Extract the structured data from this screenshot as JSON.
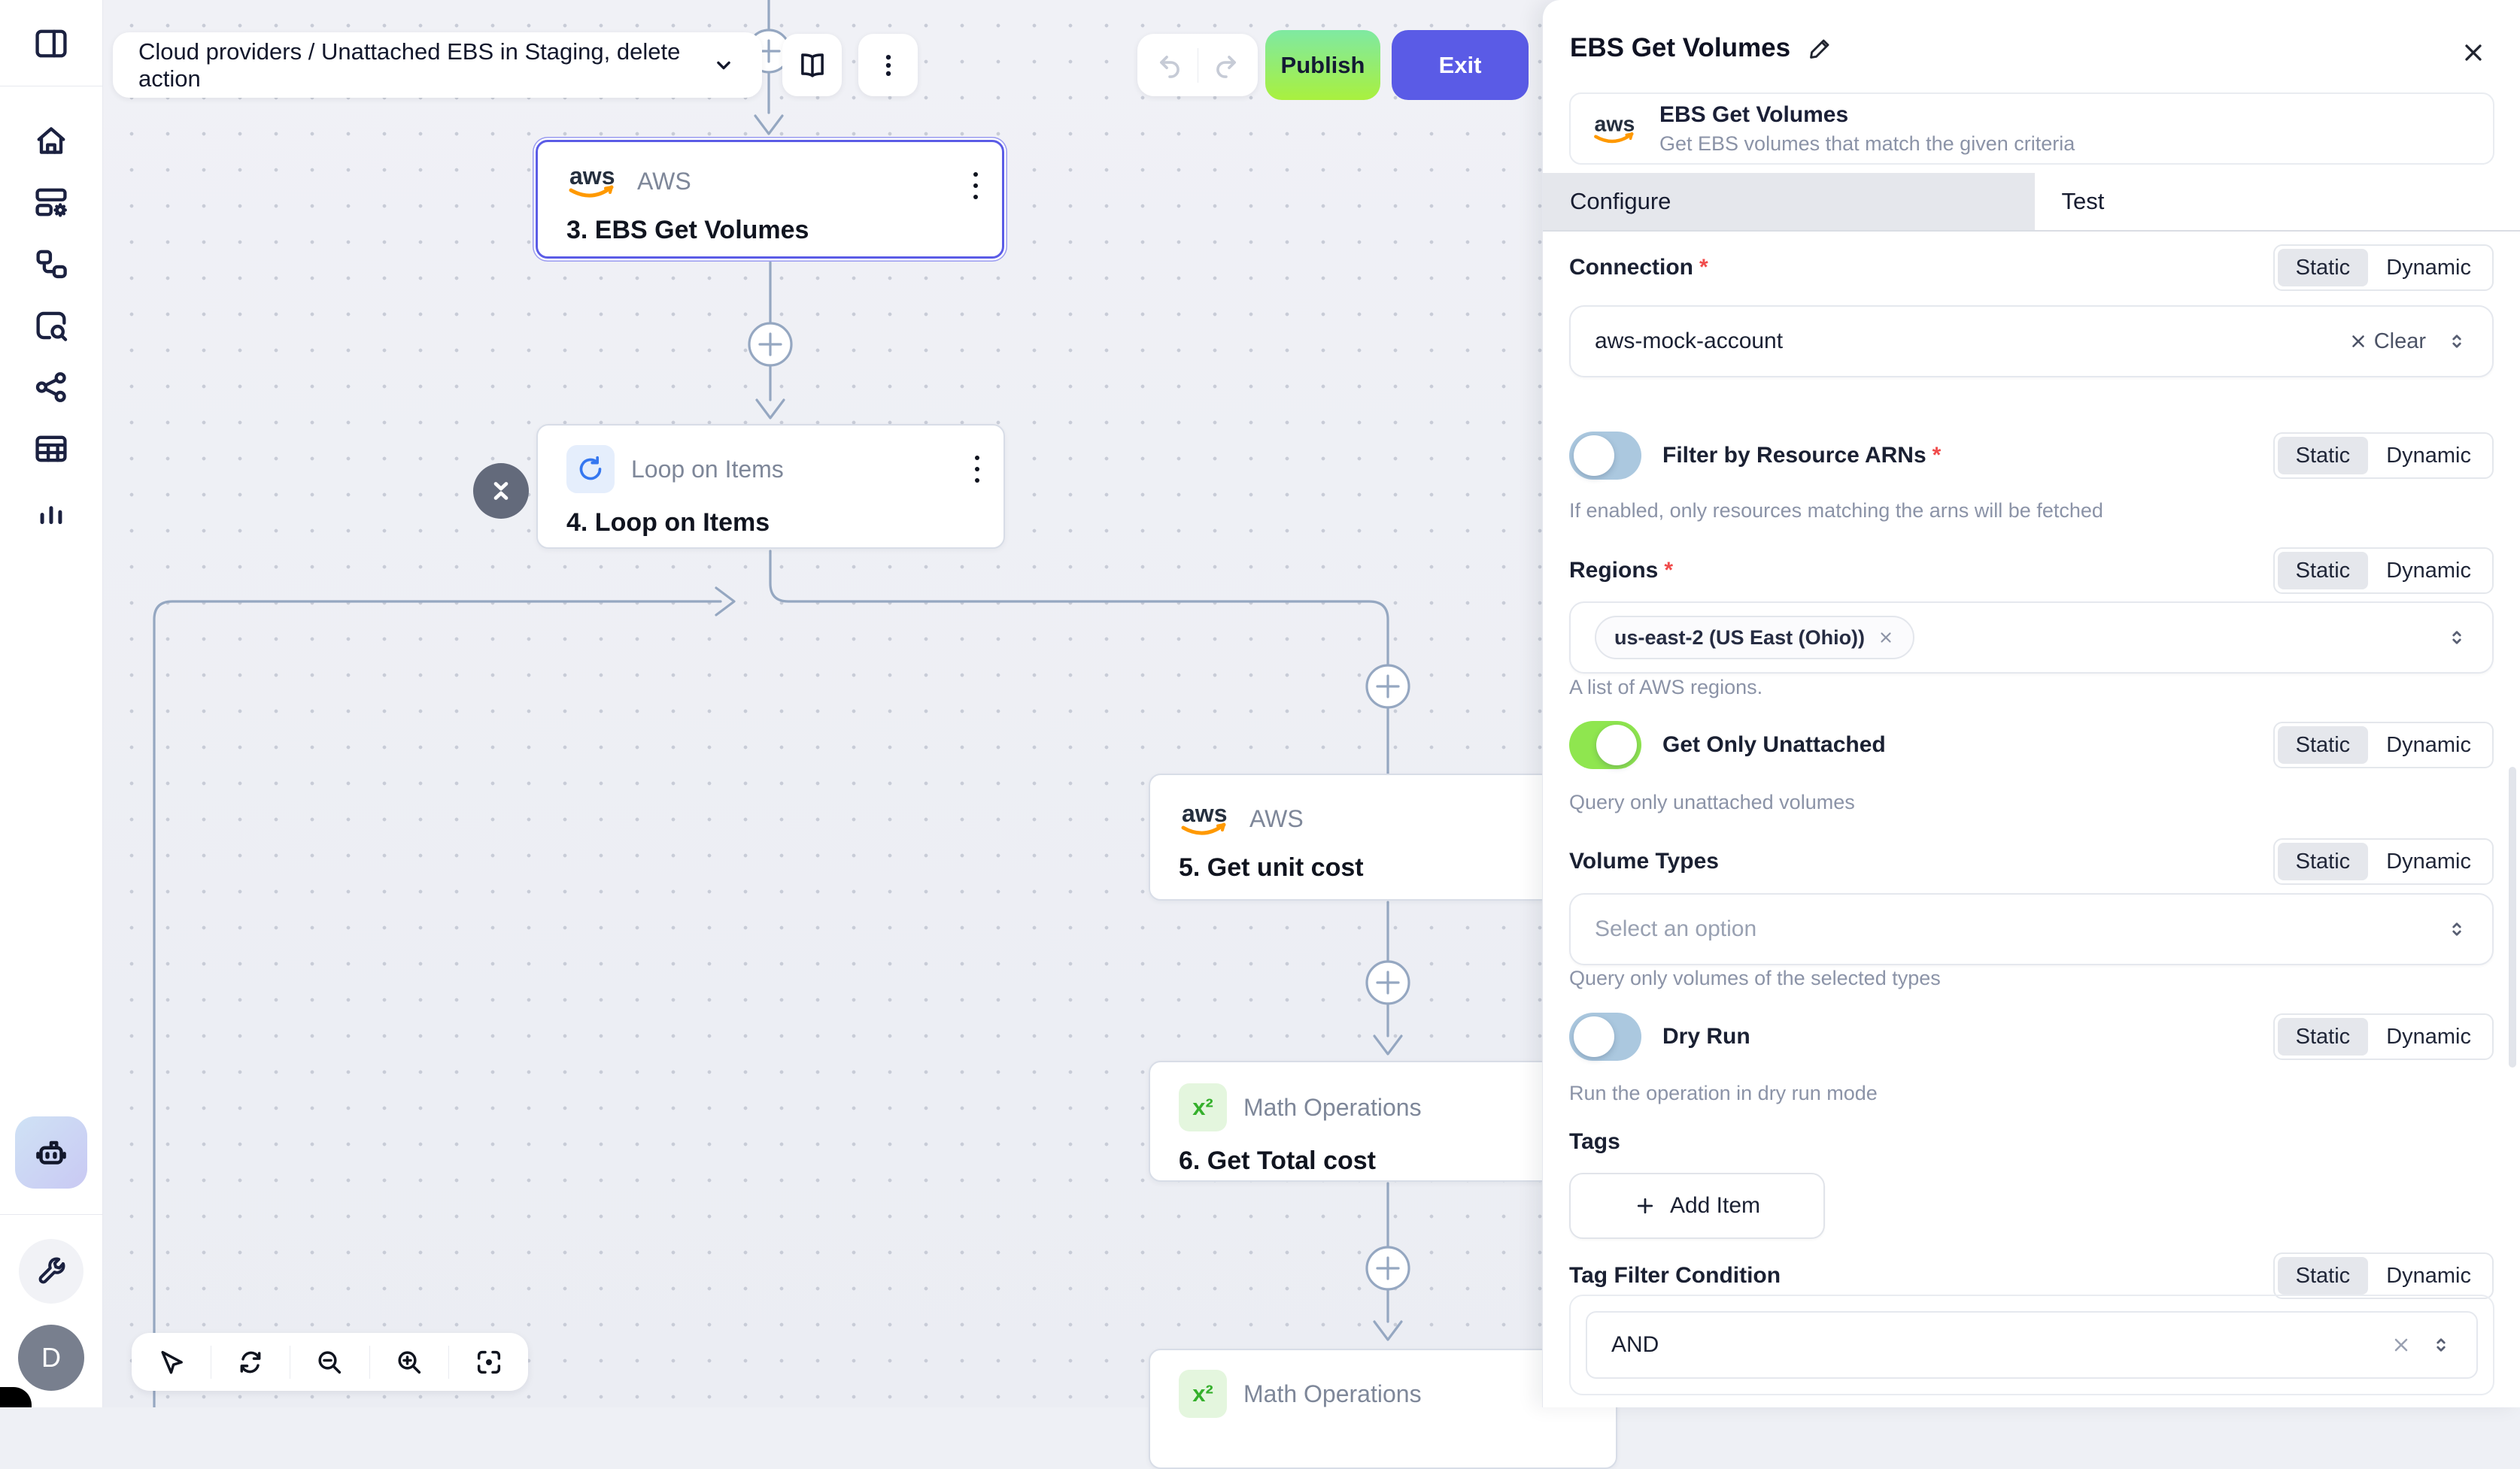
{
  "topbar": {
    "workflow_selector": "Cloud providers / Unattached EBS in Staging, delete action",
    "publish_label": "Publish",
    "exit_label": "Exit"
  },
  "sidebar": {
    "avatar_initial": "D"
  },
  "canvas": {
    "nodes": [
      {
        "app": "AWS",
        "badge": "aws",
        "title": "3. EBS Get Volumes"
      },
      {
        "app": "Loop on Items",
        "title": "4. Loop on Items"
      },
      {
        "app": "AWS",
        "badge": "aws",
        "title": "5. Get unit cost"
      },
      {
        "app": "Math Operations",
        "badge": "x²",
        "title": "6. Get Total cost"
      },
      {
        "app": "Math Operations",
        "badge": "x²",
        "title": ""
      }
    ]
  },
  "panel": {
    "title": "EBS Get Volumes",
    "action_card": {
      "badge": "aws",
      "title": "EBS Get Volumes",
      "subtitle": "Get EBS volumes that match the given criteria"
    },
    "tabs": {
      "configure": "Configure",
      "test": "Test"
    },
    "static_label": "Static",
    "dynamic_label": "Dynamic",
    "required_mark": "*",
    "fields": {
      "connection": {
        "label": "Connection",
        "value": "aws-mock-account",
        "clear_label": "Clear"
      },
      "filter_arns": {
        "label": "Filter by Resource ARNs",
        "helper": "If enabled, only resources matching the arns will be fetched",
        "toggle_state": "off"
      },
      "regions": {
        "label": "Regions",
        "chip": "us-east-2 (US East (Ohio))",
        "helper": "A list of AWS regions."
      },
      "get_only_unattached": {
        "label": "Get Only Unattached",
        "helper": "Query only unattached volumes",
        "toggle_state": "on"
      },
      "volume_types": {
        "label": "Volume Types",
        "placeholder": "Select an option",
        "helper": "Query only volumes of the selected types"
      },
      "dry_run": {
        "label": "Dry Run",
        "helper": "Run the operation in dry run mode",
        "toggle_state": "off"
      },
      "tags": {
        "label": "Tags",
        "add_item_label": "Add Item"
      },
      "tag_filter_condition": {
        "label": "Tag Filter Condition",
        "value": "AND"
      }
    }
  },
  "colors": {
    "accent_indigo": "#5a5be6",
    "publish_green": "#a9f03e",
    "toggle_on": "#8fe64f",
    "toggle_off": "#abc8df",
    "edge": "#95a7c1",
    "aws_orange": "#ff9900"
  }
}
